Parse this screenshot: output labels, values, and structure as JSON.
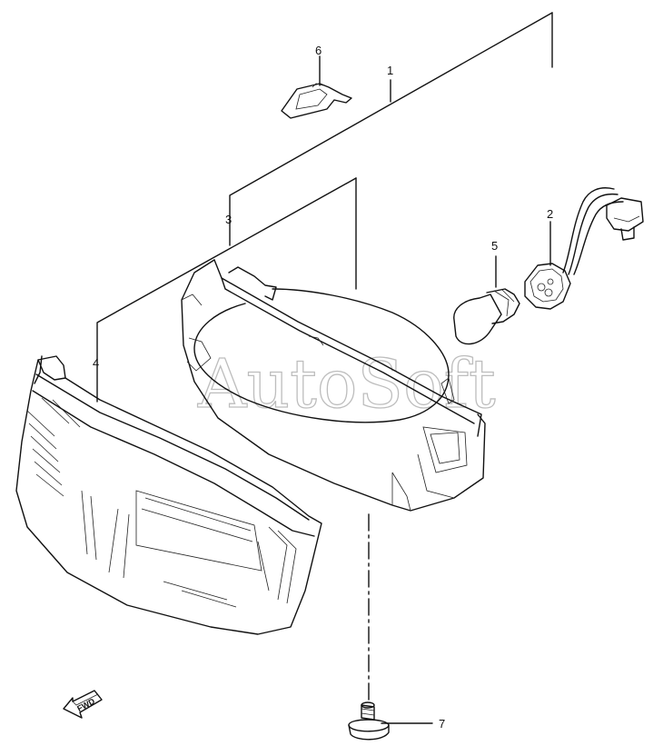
{
  "callouts": {
    "c1": "1",
    "c2": "2",
    "c3": "3",
    "c4": "4",
    "c5": "5",
    "c6": "6",
    "c7": "7"
  },
  "watermark": "AutoSoft",
  "fwd_label": "FWD",
  "colors": {
    "line": "#111111",
    "watermark": "#9a9a9a",
    "background": "#ffffff"
  }
}
